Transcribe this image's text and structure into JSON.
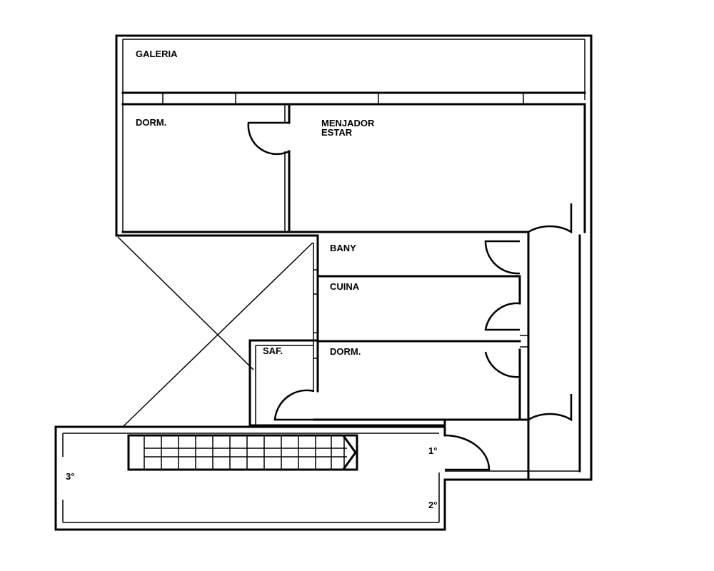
{
  "rooms": {
    "galeria": "GALERIA",
    "dorm_top": "DORM.",
    "menjador_line1": "MENJADOR",
    "menjador_line2": "ESTAR",
    "bany": "BANY",
    "cuina": "CUINA",
    "saf": "SAF.",
    "dorm_bottom": "DORM."
  },
  "floor_marks": {
    "first": "1°",
    "second": "2°",
    "third": "3°"
  }
}
